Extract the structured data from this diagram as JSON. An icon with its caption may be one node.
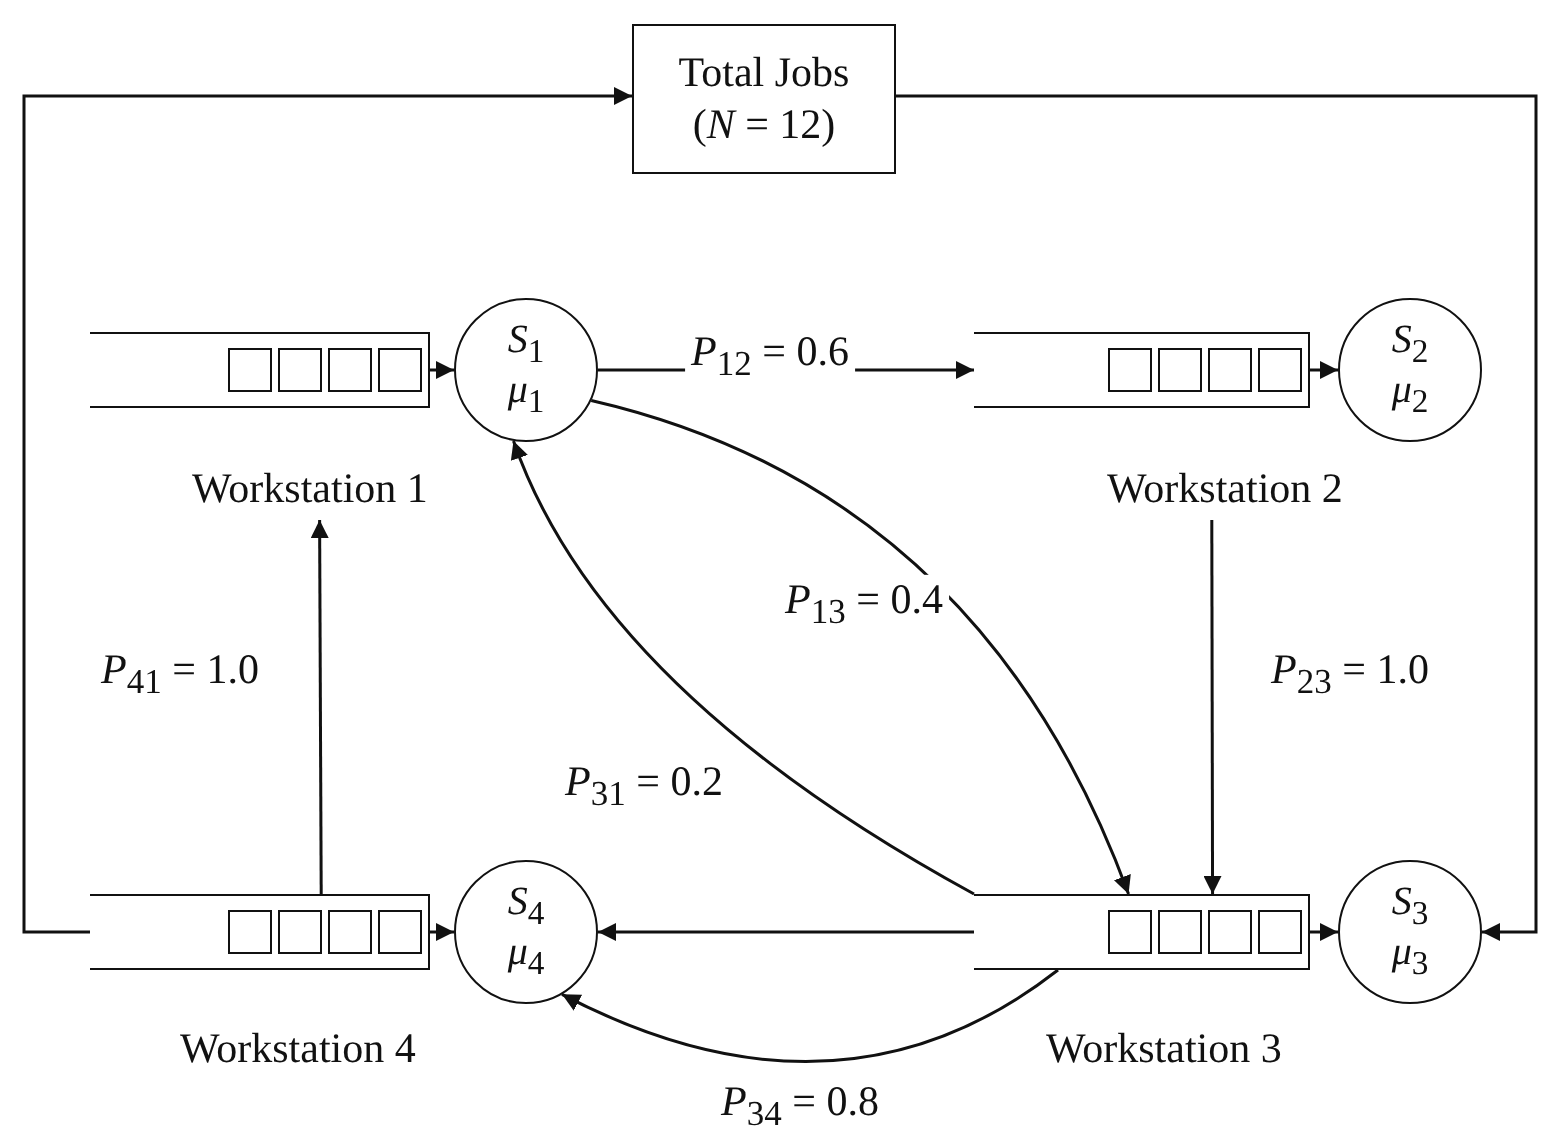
{
  "diagram": {
    "nodes": [
      {
        "text": [
          "Total Jobs (*N* = 12)"
        ]
      },
      {
        "text": [],
        "shape": "box"
      },
      {
        "text": [
          "*S*$_{1}$ *μ*$_{1}$"
        ]
      },
      {
        "text": [
          "Workstation 1"
        ]
      },
      {
        "text": [],
        "shape": "box"
      },
      {
        "text": [
          "*S*$_{2}$ *μ*$_{2}$"
        ]
      },
      {
        "text": [
          "Workstation 2"
        ]
      },
      {
        "text": [],
        "shape": "box"
      },
      {
        "text": [
          "*S*$_{4}$ *μ*$_{4}$"
        ]
      },
      {
        "text": [],
        "shape": "box"
      },
      {
        "text": [
          "*S*$_{3}$ *μ*$_{3}$"
        ]
      }
    ],
    "edges": [
      {
        "from": 1,
        "to": 2,
        "arrow": "to"
      },
      {
        "from": 2,
        "to": 4,
        "arrow": "to",
        "label": "*P*$_{12}$ = 0.6"
      },
      {
        "from": 4,
        "to": 5,
        "arrow": "to"
      },
      {
        "from": 6,
        "to": 9,
        "arrow": "to",
        "label": "*P*$_{23}$ = 1.0"
      },
      {
        "from": 2,
        "to": 9,
        "arrow": "to",
        "label": "*P*$_{13}$ = 0.4"
      },
      {
        "from": 9,
        "to": 2,
        "arrow": "to",
        "label": "*P*$_{31}$ = 0.2"
      },
      {
        "from": 9,
        "to": 10,
        "arrow": "to"
      },
      {
        "from": 9,
        "to": 8,
        "arrow": "to"
      },
      {
        "from": 9,
        "to": 8,
        "arrow": "to",
        "label": "*P*$_{34}$ = 0.8"
      },
      {
        "from": 7,
        "to": 8,
        "arrow": "to"
      },
      {
        "from": 7,
        "to": 3,
        "arrow": "to",
        "label": "*P*$_{41}$ = 1.0"
      },
      {
        "from": 7,
        "to": 0,
        "arrow": "to"
      },
      {
        "from": 0,
        "to": 10,
        "arrow": "to"
      }
    ],
    "labels": [
      "Workstation 4",
      "Workstation 3"
    ]
  }
}
